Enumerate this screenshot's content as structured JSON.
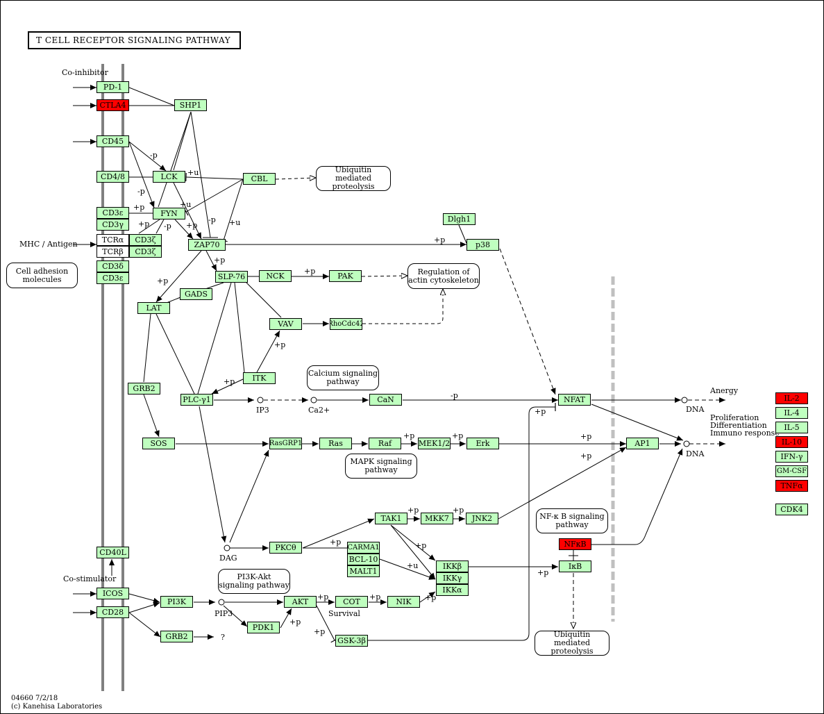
{
  "title": "T CELL RECEPTOR SIGNALING PATHWAY",
  "footer": {
    "code": "04660 7/2/18",
    "copyright": "(c) Kanehisa Laboratories"
  },
  "colors": {
    "gene_fill": "#bfffbf",
    "highlight_fill": "#ff0000",
    "membrane": "#808080",
    "nuclear_membrane": "#c0c0c0"
  },
  "nodes": {
    "pd1": "PD-1",
    "ctla4": "CTLA4",
    "shp1": "SHP1",
    "cd45": "CD45",
    "cd48": "CD4/8",
    "lck": "LCK",
    "cbl": "CBL",
    "cd3e1": "CD3ε",
    "cd3y1": "CD3γ",
    "fyn": "FYN",
    "tcra": "TCRα",
    "tcrb": "TCRβ",
    "cd3z1": "CD3ζ",
    "cd3z2": "CD3ζ",
    "zap70": "ZAP70",
    "cd3d": "CD3δ",
    "cd3e2": "CD3ε",
    "dlgh1": "Dlgh1",
    "p38": "p38",
    "slp76": "SLP-76",
    "nck": "NCK",
    "pak": "PAK",
    "gads": "GADS",
    "lat": "LAT",
    "vav": "VAV",
    "rhocdc42": "RhoCdc42",
    "itk": "ITK",
    "grb2a": "GRB2",
    "plcy1": "PLC-γ1",
    "can": "CaN",
    "nfat": "NFAT",
    "sos": "SOS",
    "rasgrp1": "RasGRP1",
    "ras": "Ras",
    "raf": "Raf",
    "mek12": "MEK1/2",
    "erk": "Erk",
    "ap1": "AP1",
    "tak1": "TAK1",
    "mkk7": "MKK7",
    "jnk2": "JNK2",
    "pkc0": "PKCθ",
    "carma1": "CARMA1",
    "bcl10": "BCL-10",
    "malt1": "MALT1",
    "ikkb": "IKKβ",
    "ikky": "IKKγ",
    "ikka": "IKKα",
    "nfkb": "NFκB",
    "ikb": "IκB",
    "cd40l": "CD40L",
    "icos": "ICOS",
    "cd28": "CD28",
    "pi3k": "PI3K",
    "akt": "AKT",
    "cot": "COT",
    "nik": "NIK",
    "pdk1": "PDK1",
    "grb2b": "GRB2",
    "gsk3b": "GSK-3β",
    "il2": "IL-2",
    "il4": "IL-4",
    "il5": "IL-5",
    "il10": "IL-10",
    "ifny": "IFN-γ",
    "gmcsf": "GM-CSF",
    "tnfa": "TNFα",
    "cdk4": "CDK4"
  },
  "maps": {
    "ubiq1": "Ubiquitin mediated proteolysis",
    "actin": "Regulation of actin cytoskeleton",
    "cellAdhesion": "Cell adhesion molecules",
    "calcium": "Calcium signaling pathway",
    "mapk": "MAPK signaling pathway",
    "nfkbPath": "NF-κ B signaling pathway",
    "pi3kakt": "PI3K-Akt signaling pathway",
    "ubiq2": "Ubiquitin mediated proteolysis"
  },
  "labels": {
    "coinhibitor": "Co-inhibitor",
    "costimulator": "Co-stimulator",
    "mhc": "MHC / Antigen",
    "ip3": "IP3",
    "ca2": "Ca2+",
    "dag": "DAG",
    "pip3": "PIP3",
    "survival": "Survival",
    "q": "?",
    "anergy": "Anergy",
    "dna1": "DNA",
    "dna2": "DNA",
    "prolif": "Proliferation",
    "diff": "Differentiation",
    "immuno": "Immuno response"
  },
  "edge_labels": {
    "neg_p": "-p",
    "pos_p": "+p",
    "pos_u": "+u"
  }
}
